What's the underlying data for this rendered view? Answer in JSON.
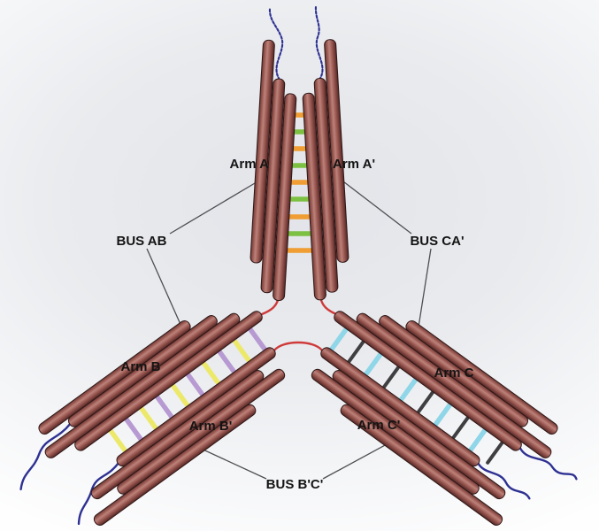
{
  "figure": {
    "labels": {
      "arm_a": "Arm A",
      "arm_a_prime": "Arm A'",
      "arm_b": "Arm B",
      "arm_b_prime": "Arm B'",
      "arm_c": "Arm C",
      "arm_c_prime": "Arm C'",
      "bus_ab": "BUS AB",
      "bus_ca_prime": "BUS CA'",
      "bus_bc_prime": "BUS B'C'"
    },
    "colors": {
      "rod_edge_top": "#6b3a36",
      "rod_body": "#9f5c55",
      "rod_highlight": "#bb837b",
      "rod_shadow": "#542624",
      "crossover_orange": "#f09d33",
      "crossover_green": "#7cc142",
      "crossover_yellow": "#ece96a",
      "crossover_purple": "#b79ad2",
      "crossover_cyan": "#8fd6e8",
      "crossover_black": "#3f3f41",
      "scaffold_red": "#cf3a3a",
      "overhang_blue": "#2e3192",
      "leader_gray": "#4f4f52",
      "label_text": "#141414"
    }
  }
}
